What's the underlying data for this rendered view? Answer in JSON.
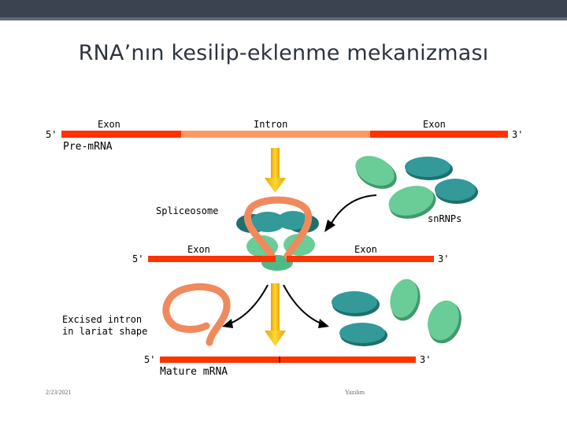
{
  "slide": {
    "title": "RNA’nın kesilip-eklenme mekanizması",
    "footer_date": "2/23/2021",
    "footer_author": "Yazılım"
  },
  "diagram": {
    "pre_mrna": {
      "five_prime": "5'",
      "three_prime": "3'",
      "exon_left": "Exon",
      "intron": "Intron",
      "exon_right": "Exon",
      "label": "Pre-mRNA"
    },
    "spliceosome_label": "Spliceosome",
    "snrnps_label": "snRNPs",
    "intermediate": {
      "five_prime": "5'",
      "three_prime": "3'",
      "exon_left": "Exon",
      "exon_right": "Exon"
    },
    "excised_line1": "Excised intron",
    "excised_line2": "in lariat shape",
    "mature": {
      "five_prime": "5'",
      "three_prime": "3'",
      "label": "Mature mRNA"
    }
  },
  "colors": {
    "exon": "#ff3300",
    "intron": "#ff9966",
    "snrnp_light": "#66cc99",
    "snrnp_dark": "#339999",
    "arrow": "#ffcc00"
  }
}
